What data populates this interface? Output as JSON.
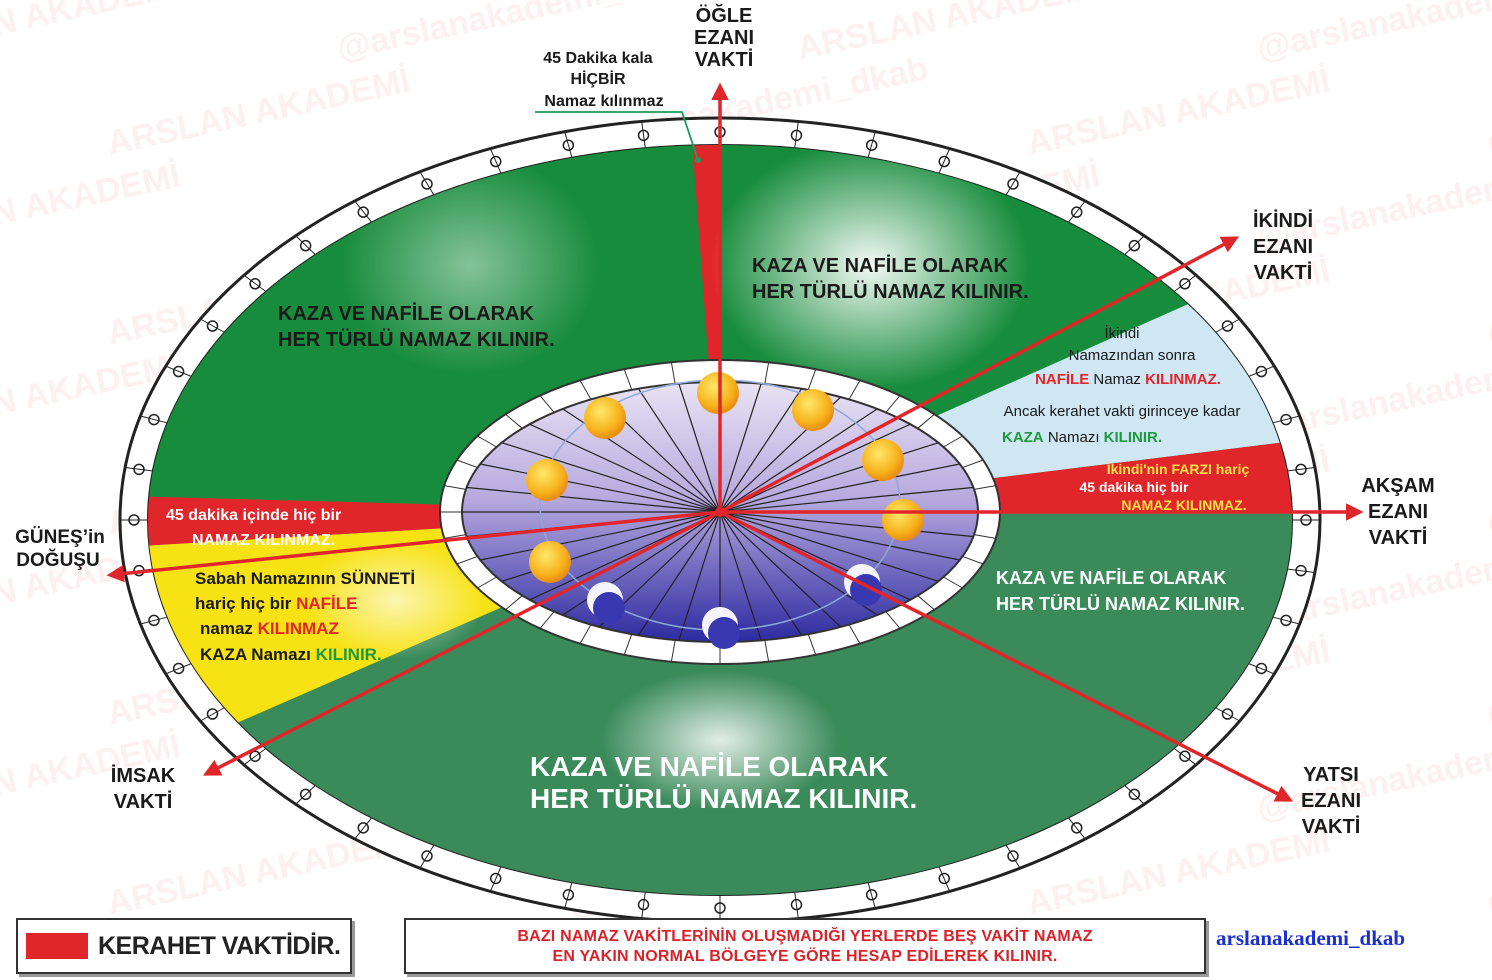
{
  "directions": {
    "ogle": [
      "ÖĞLE",
      "EZANI",
      "VAKTİ"
    ],
    "ikindi": [
      "İKİNDİ",
      "EZANI",
      "VAKTİ"
    ],
    "aksam": [
      "AKŞAM",
      "EZANI",
      "VAKTİ"
    ],
    "yatsi": [
      "YATSI",
      "EZANI",
      "VAKTİ"
    ],
    "imsak": [
      "İMSAK",
      "VAKTİ"
    ],
    "gunes": [
      "GÜNEŞ’in",
      "DOĞUŞU"
    ]
  },
  "callout_noon": [
    "45 Dakika kala",
    "HİÇBİR",
    "Namaz kılınmaz"
  ],
  "zones": {
    "top_left": [
      "KAZA  VE NAFİLE OLARAK",
      "HER TÜRLÜ NAMAZ KILINIR."
    ],
    "top_right": [
      "KAZA  VE NAFİLE OLARAK",
      "HER TÜRLÜ NAMAZ KILINIR."
    ],
    "right_lower": [
      "KAZA  VE NAFİLE OLARAK",
      "HER TÜRLÜ NAMAZ KILINIR."
    ],
    "bottom": [
      "KAZA  VE NAFİLE OLARAK",
      "HER TÜRLÜ NAMAZ KILINIR."
    ]
  },
  "ikindi_after": {
    "line1": "İkindi",
    "line2": "Namazından sonra",
    "l3_red1": "NAFİLE",
    "l3_mid": " Namaz ",
    "l3_red2": "KILINMAZ.",
    "line4": "Ancak kerahet vakti girinceye kadar",
    "l5_green1": "KAZA",
    "l5_mid": "  Namazı ",
    "l5_green2": "KILINIR."
  },
  "sunset_band": {
    "l1a": "İkindi'nin FARZI hariç",
    "line2": "45 dakika hiç bir",
    "line3": "NAMAZ KILINMAZ."
  },
  "sunrise_band": [
    "45 dakika içinde hiç bir",
    "NAMAZ KILINMAZ."
  ],
  "yellow_zone": {
    "line1": "Sabah Namazının  SÜNNETİ",
    "l2a": "hariç hiç bir  ",
    "l2red": "NAFİLE",
    "l3a": "namaz ",
    "l3red": "KILINMAZ",
    "l4a": "KAZA Namazı ",
    "l4green": "KILINIR."
  },
  "legend": {
    "label": "KERAHET VAKTİDİR."
  },
  "note": [
    "BAZI NAMAZ VAKİTLERİNİN OLUŞMADIĞI YERLERDE BEŞ VAKİT NAMAZ",
    "EN YAKIN NORMAL BÖLGEYE GÖRE HESAP EDİLEREK  KILINIR."
  ],
  "credit": "arslanakademi_dkab",
  "watermark": [
    "ARSLAN AKADEMİ",
    "@arslanakademi_dkab"
  ],
  "colors": {
    "kerahet_red": "#e0262a",
    "green": "#1f8a3e",
    "yellow": "#f7e214",
    "light_blue": "#cfe6f3",
    "arrow": "#e0262a",
    "credit_blue": "#1a2fd0"
  }
}
